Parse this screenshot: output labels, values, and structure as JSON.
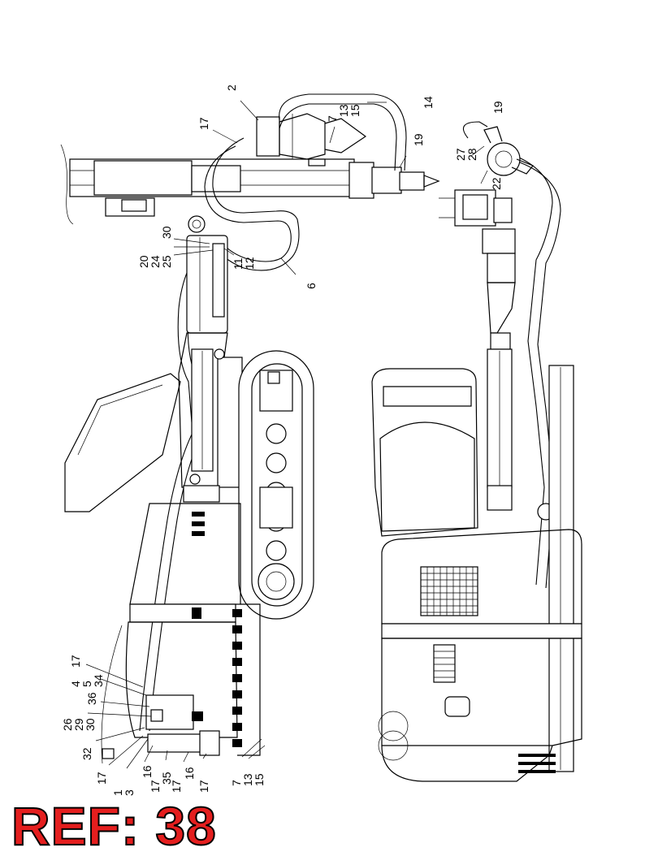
{
  "ref_label": "REF: 38",
  "callouts": {
    "c2": "2",
    "c14": "14",
    "c17a": "17",
    "c7a": "7",
    "c13a": "13",
    "c15a": "15",
    "c19a": "19",
    "c19b": "19",
    "c27": "27",
    "c28": "28",
    "c22": "22",
    "c30a": "30",
    "c20": "20",
    "c24": "24",
    "c25": "25",
    "c11": "11",
    "c12": "12",
    "c6": "6",
    "c17b": "17",
    "c4": "4",
    "c5": "5",
    "c34": "34",
    "c36": "36",
    "c26": "26",
    "c29": "29",
    "c30b": "30",
    "c32": "32",
    "c17c": "17",
    "c1": "1",
    "c3": "3",
    "c16a": "16",
    "c17d": "17",
    "c35": "35",
    "c17e": "17",
    "c16b": "16",
    "c17f": "17",
    "c7b": "7",
    "c13b": "13",
    "c15b": "15"
  },
  "colors": {
    "ref_fill": "#e41e1e",
    "ref_stroke": "#000000",
    "line": "#000000"
  }
}
